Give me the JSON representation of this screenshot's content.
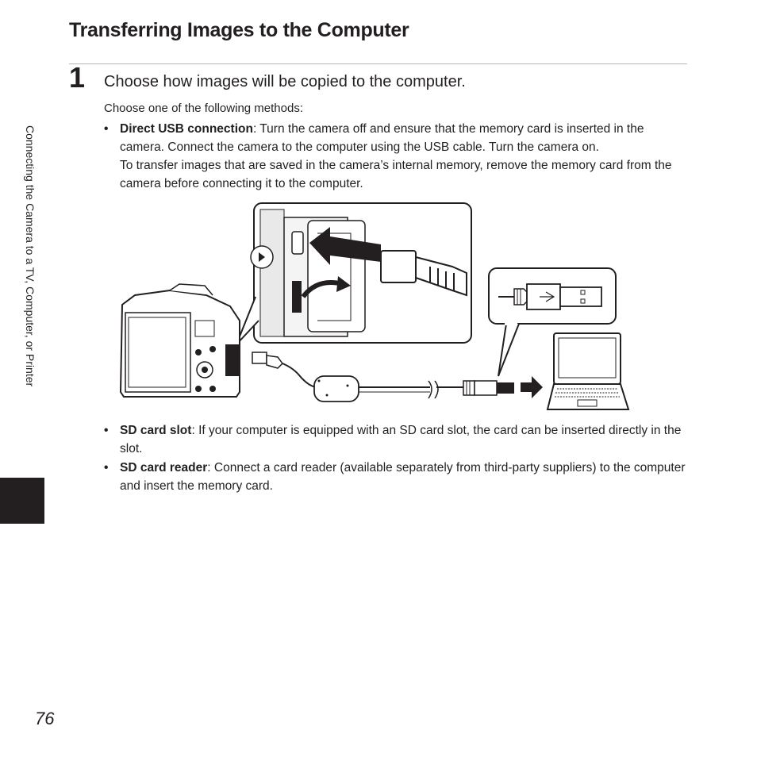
{
  "page": {
    "title": "Transferring Images to the Computer",
    "side_label": "Connecting the Camera to a TV, Computer, or Printer",
    "page_number": "76"
  },
  "step": {
    "number": "1",
    "heading": "Choose how images will be copied to the computer.",
    "intro": "Choose one of the following methods:"
  },
  "methods": [
    {
      "term": "Direct USB connection",
      "text": ": Turn the camera off and ensure that the memory card is inserted in the camera. Connect the camera to the computer using the USB cable. Turn the camera on.",
      "extra": "To transfer images that are saved in the camera’s internal memory, remove the memory card from the camera before connecting it to the computer."
    },
    {
      "term": "SD card slot",
      "text": ": If your computer is equipped with an SD card slot, the card can be inserted directly in the slot."
    },
    {
      "term": "SD card reader",
      "text": ": Connect a card reader (available separately from third-party suppliers) to the computer and insert the memory card."
    }
  ],
  "bullet_symbol": "•",
  "illustration": {
    "icons": [
      "camera-icon",
      "usb-cable-icon",
      "usb-plug-icon",
      "laptop-icon",
      "arrow-right-icon"
    ]
  }
}
